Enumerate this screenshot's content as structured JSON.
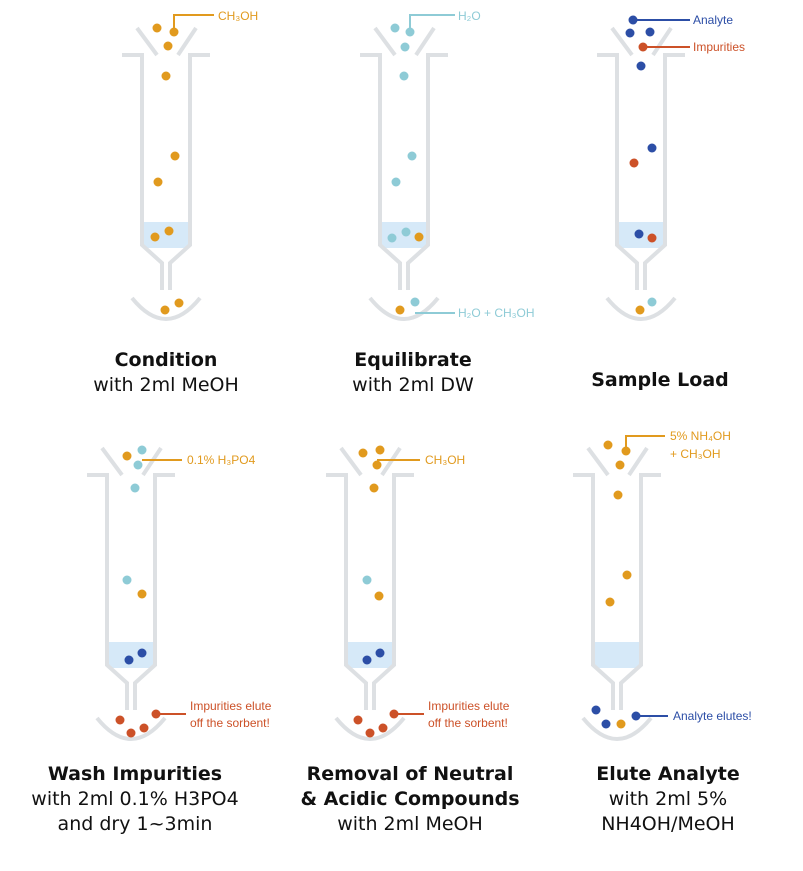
{
  "colors": {
    "methanol": "#e19a1e",
    "water": "#8ecbd6",
    "analyte": "#2c4ea6",
    "impurity": "#cc5128",
    "tube": "#dde0e3",
    "sorbent": "#d6e9f8"
  },
  "panels": [
    {
      "title": "Condition",
      "subtitle": "with 2ml MeOH",
      "labels": [
        "CH₃OH"
      ]
    },
    {
      "title": "Equilibrate",
      "subtitle": "with 2ml DW",
      "labels": [
        "H₂O",
        "H₂O + CH₃OH"
      ]
    },
    {
      "title": "Sample Load",
      "subtitle": "",
      "labels": [
        "Analyte",
        "Impurities"
      ]
    },
    {
      "title": "Wash Impurities",
      "subtitle": "with 2ml 0.1% H3PO4",
      "subtitle2": "and dry 1~3min",
      "labels": [
        "0.1% H₃PO4",
        "Impurities elute",
        "off the sorbent!"
      ]
    },
    {
      "title": "Removal of Neutral",
      "title2": "& Acidic Compounds",
      "subtitle": "with 2ml MeOH",
      "labels": [
        "CH₃OH",
        "Impurities elute",
        "off the sorbent!"
      ]
    },
    {
      "title": "Elute Analyte",
      "subtitle": "with 2ml 5%",
      "subtitle2": "NH4OH/MeOH",
      "labels": [
        "5% NH₄OH",
        "+ CH₃OH",
        "Analyte elutes!"
      ]
    }
  ]
}
